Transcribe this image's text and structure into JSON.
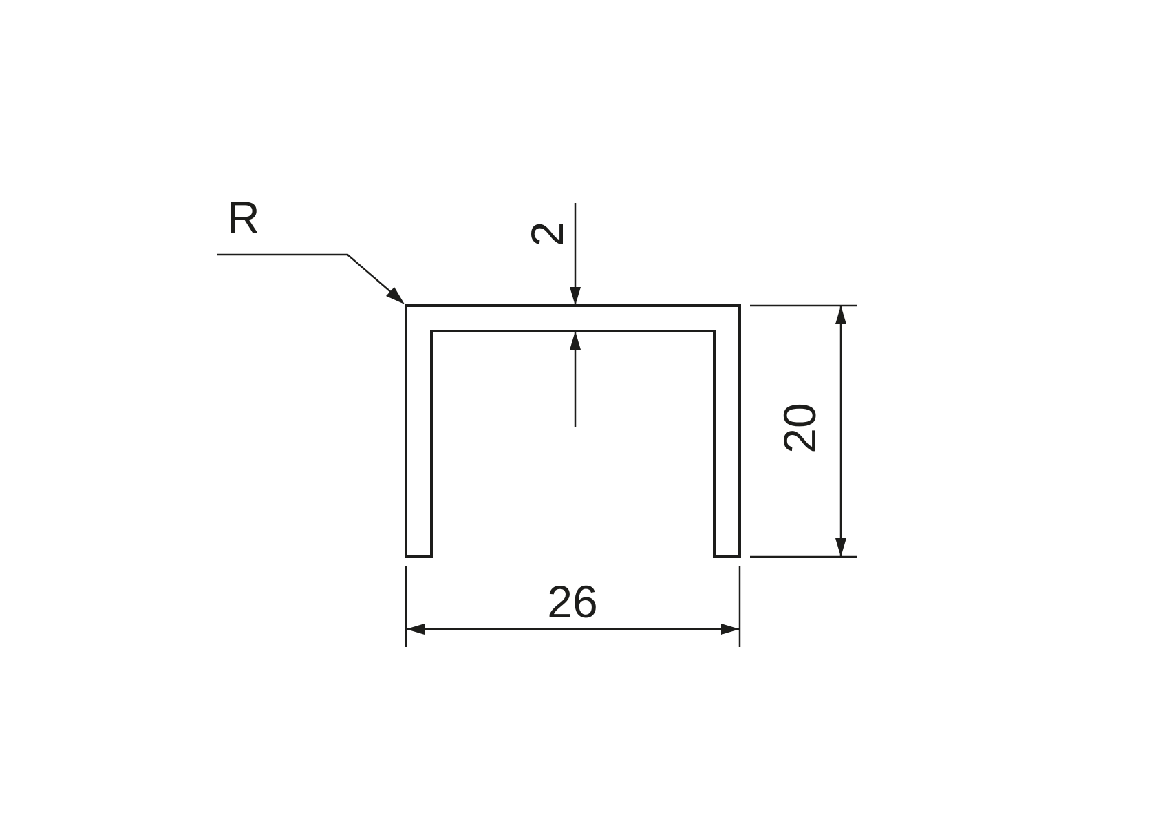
{
  "drawing": {
    "labels": {
      "radius": "R",
      "thickness": "2",
      "height": "20",
      "width": "26"
    },
    "colors": {
      "line": "#1d1d1b",
      "background": "#ffffff"
    }
  }
}
